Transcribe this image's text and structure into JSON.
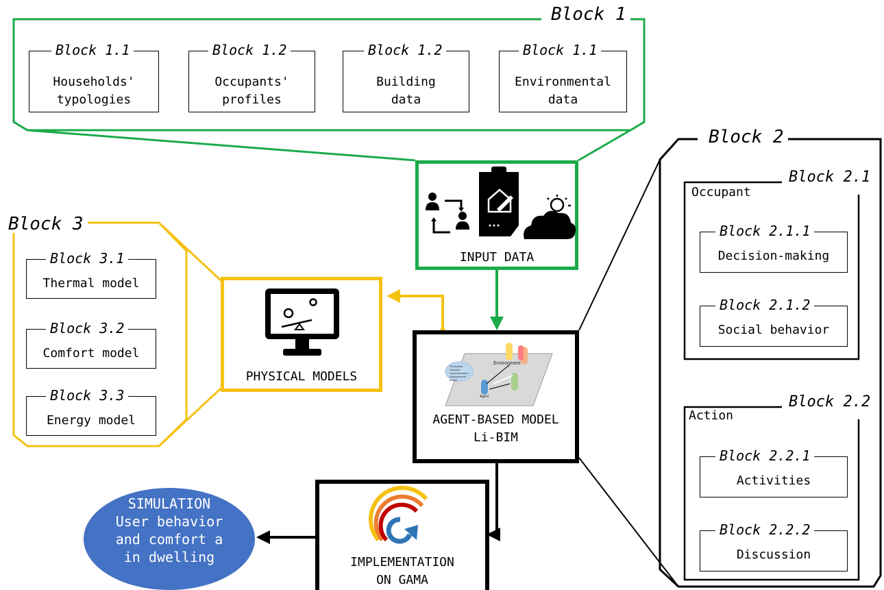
{
  "colors": {
    "green": "#1aab4a",
    "yellow": "#f5c112",
    "black": "#000000",
    "ellipse": "#4472c4"
  },
  "block1": {
    "label": "Block 1",
    "items": [
      {
        "label": "Block 1.1",
        "text": "Households'\ntypologies"
      },
      {
        "label": "Block 1.2",
        "text": "Occupants'\nprofiles"
      },
      {
        "label": "Block 1.2",
        "text": "Building\ndata"
      },
      {
        "label": "Block 1.1",
        "text": "Environmental\ndata"
      }
    ]
  },
  "input": {
    "label": "INPUT DATA",
    "icons": [
      "people-exchange-icon",
      "clipboard-house-icon",
      "cloud-sun-icon"
    ]
  },
  "block3": {
    "label": "Block 3",
    "items": [
      {
        "label": "Block 3.1",
        "text": "Thermal model"
      },
      {
        "label": "Block 3.2",
        "text": "Comfort model"
      },
      {
        "label": "Block 3.3",
        "text": "Energy model"
      }
    ]
  },
  "physical": {
    "label": "PHYSICAL MODELS",
    "icon": "monitor-physics-icon"
  },
  "agent": {
    "label": "AGENT-BASED MODEL\nLi-BIM",
    "icon": "agent-environment-icon",
    "figure_text": [
      "Environment",
      "Agent",
      "Perception\nDecision\nCommunication\nDisplacement\nAction"
    ]
  },
  "gama": {
    "label": "IMPLEMENTATION\nON GAMA",
    "icon": "gama-logo-icon"
  },
  "simulation": {
    "text": "SIMULATION\nUser behavior\nand comfort a\nin dwelling"
  },
  "block2": {
    "label": "Block 2",
    "groups": [
      {
        "label": "Block 2.1",
        "title": "Occupant",
        "items": [
          {
            "label": "Block 2.1.1",
            "text": "Decision-making"
          },
          {
            "label": "Block 2.1.2",
            "text": "Social behavior"
          }
        ]
      },
      {
        "label": "Block 2.2",
        "title": "Action",
        "items": [
          {
            "label": "Block 2.2.1",
            "text": "Activities"
          },
          {
            "label": "Block 2.2.2",
            "text": "Discussion"
          }
        ]
      }
    ]
  }
}
